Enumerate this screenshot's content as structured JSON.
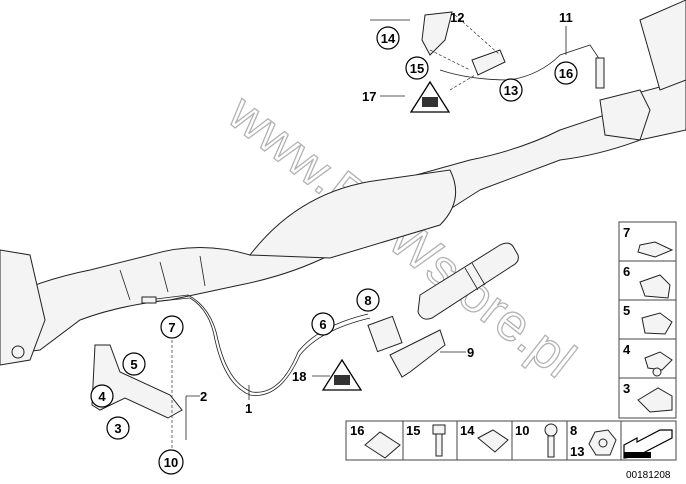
{
  "watermark": "www.BMWstore.pl",
  "diagram_code": "00181208",
  "callouts": {
    "c1": "1",
    "c2": "2",
    "c3": "3",
    "c4": "4",
    "c5": "5",
    "c6": "6",
    "c7": "7",
    "c8": "8",
    "c9": "9",
    "c10": "10",
    "c11": "11",
    "c12": "12",
    "c13": "13",
    "c14": "14",
    "c15": "15",
    "c16": "16",
    "c17": "17",
    "c18": "18"
  },
  "parts_grid": {
    "right_column": [
      "7",
      "6",
      "5",
      "4",
      "3"
    ],
    "bottom_row": [
      "16",
      "15",
      "14",
      "10",
      "8",
      "13"
    ]
  }
}
